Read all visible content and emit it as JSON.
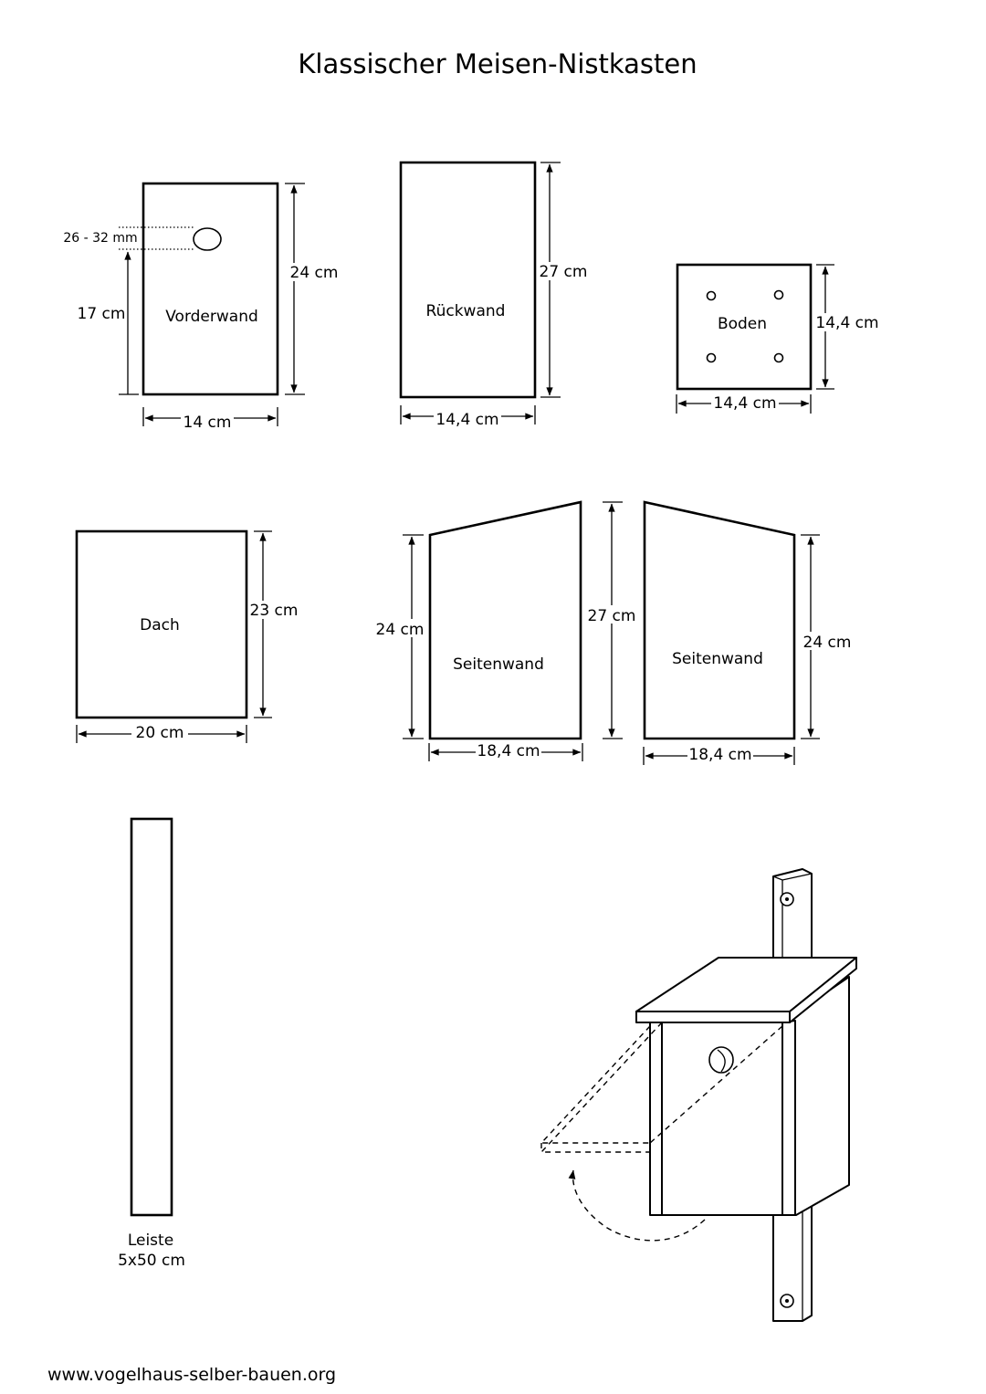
{
  "title": "Klassischer Meisen-Nistkasten",
  "footer": "www.vogelhaus-selber-bauen.org",
  "parts": {
    "vorderwand": {
      "name": "Vorderwand",
      "width": "14 cm",
      "height": "24 cm",
      "hole_height": "17 cm",
      "hole_diameter": "26 - 32 mm"
    },
    "rueckwand": {
      "name": "Rückwand",
      "width": "14,4 cm",
      "height": "27 cm"
    },
    "boden": {
      "name": "Boden",
      "width": "14,4 cm",
      "height": "14,4 cm"
    },
    "dach": {
      "name": "Dach",
      "width": "20 cm",
      "height": "23 cm"
    },
    "seitenwand_left": {
      "name": "Seitenwand",
      "width": "18,4 cm",
      "height_low": "24 cm",
      "height_high": "27 cm"
    },
    "seitenwand_right": {
      "name": "Seitenwand",
      "width": "18,4 cm",
      "height_low": "24 cm"
    },
    "leiste": {
      "name": "Leiste",
      "size": "5x50 cm"
    }
  }
}
